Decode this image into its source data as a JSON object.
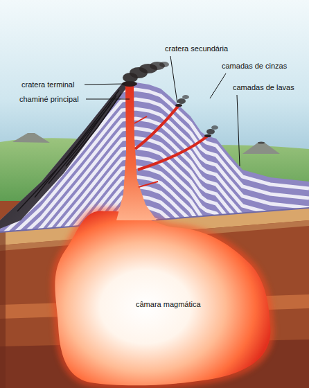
{
  "diagram": {
    "labels": [
      "cratera terminal",
      "chaminé principal",
      "cratera secundária",
      "camadas de cinzas",
      "camadas de lavas",
      "câmara magmática"
    ]
  }
}
